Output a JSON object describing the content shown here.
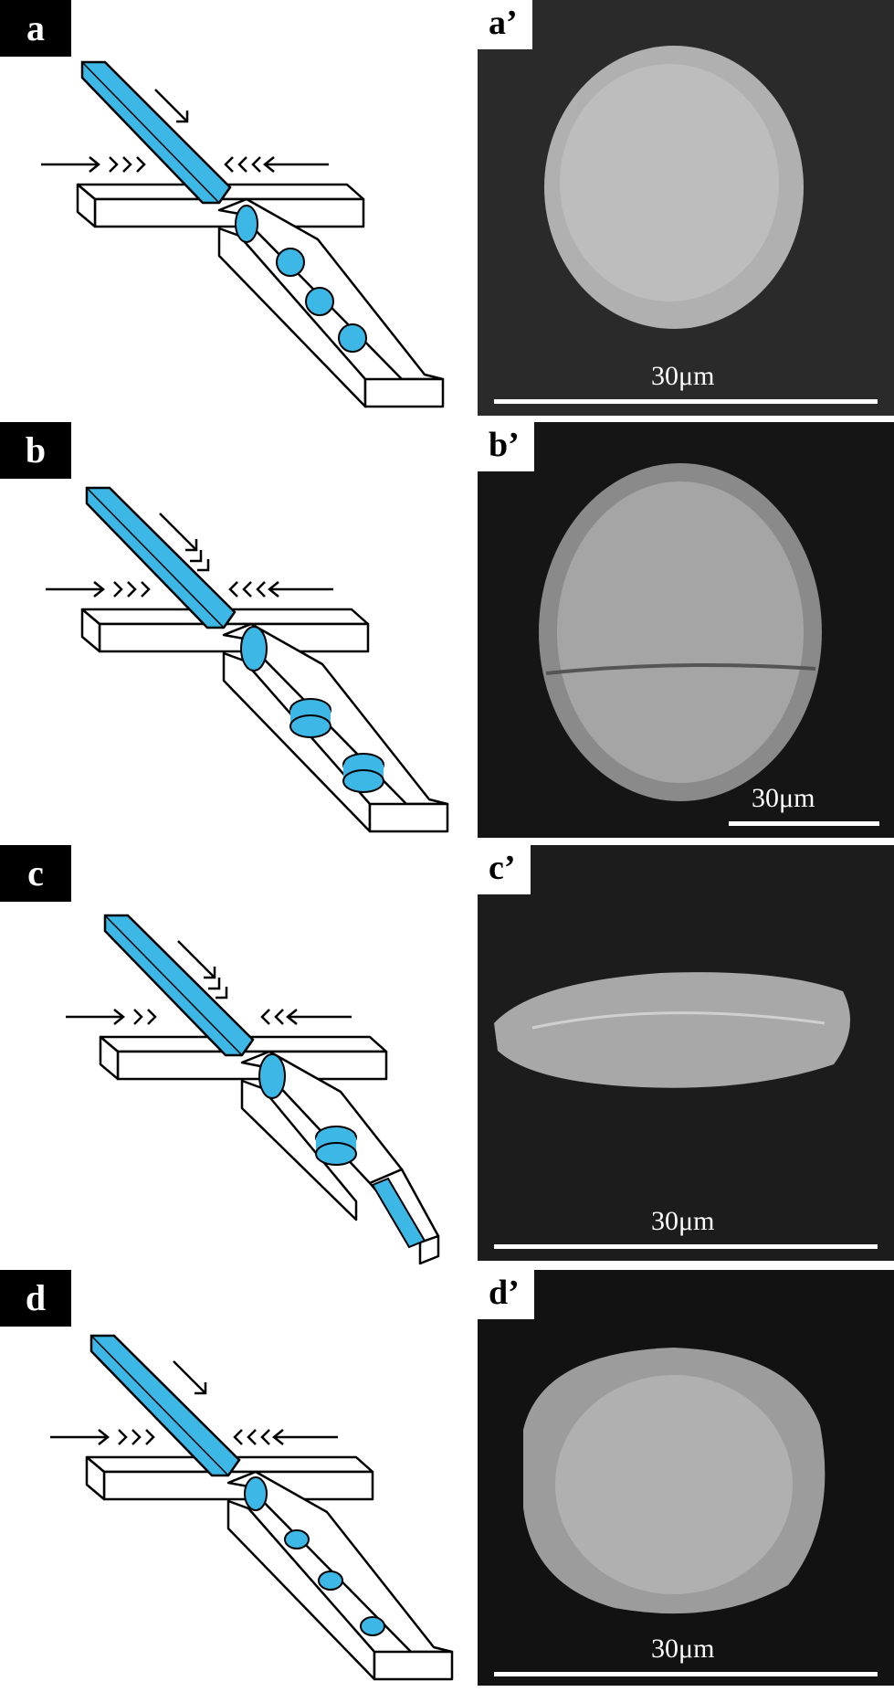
{
  "panels": [
    {
      "label": "a",
      "sem_label": "a’",
      "scale": "30μm"
    },
    {
      "label": "b",
      "sem_label": "b’",
      "scale": "30μm"
    },
    {
      "label": "c",
      "sem_label": "c’",
      "scale": "30μm"
    },
    {
      "label": "d",
      "sem_label": "d’",
      "scale": "30μm"
    }
  ],
  "colors": {
    "fluid": "#3cb7e6",
    "outline": "#000000",
    "sem_bg": "#1a1a1a",
    "particle": "#b8b8b8"
  }
}
